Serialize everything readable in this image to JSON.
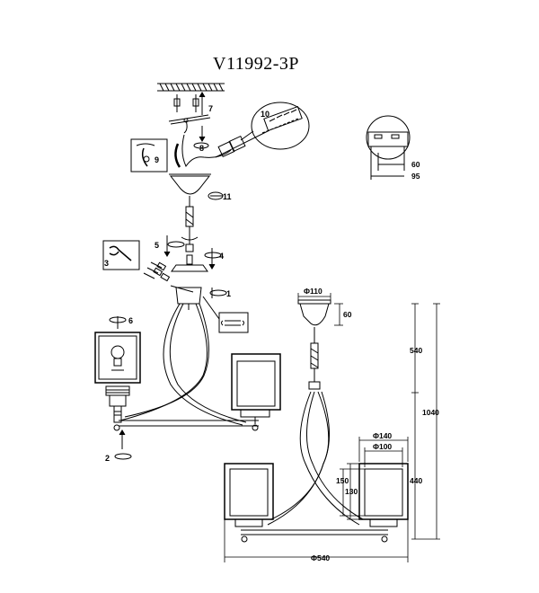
{
  "title": "V11992-3P",
  "steps": [
    "1",
    "2",
    "3",
    "4",
    "5",
    "6",
    "7",
    "8",
    "9",
    "10",
    "11"
  ],
  "dimensions": {
    "d110": "Φ110",
    "h60": "60",
    "h540": "540",
    "h1040": "1040",
    "d140": "Φ140",
    "d100": "Φ100",
    "h150": "150",
    "h130": "130",
    "h440": "440",
    "d540": "Φ540",
    "bracket60": "60",
    "bracket95": "95"
  }
}
